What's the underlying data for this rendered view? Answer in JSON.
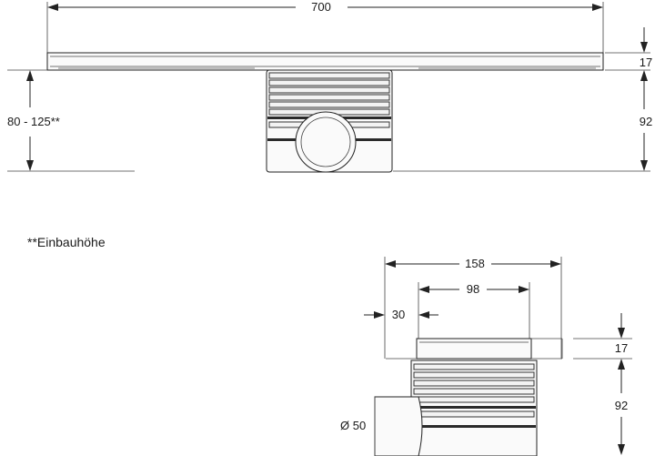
{
  "diagram": {
    "top_view": {
      "width_label": "700",
      "thickness_label": "17",
      "height_label": "92",
      "install_height_label": "80 - 125**"
    },
    "note": "**Einbauhöhe",
    "side_view": {
      "total_width_label": "158",
      "inner_width_label": "98",
      "offset_label": "30",
      "thickness_label": "17",
      "height_label": "92",
      "outlet_label": "Ø 50"
    }
  }
}
